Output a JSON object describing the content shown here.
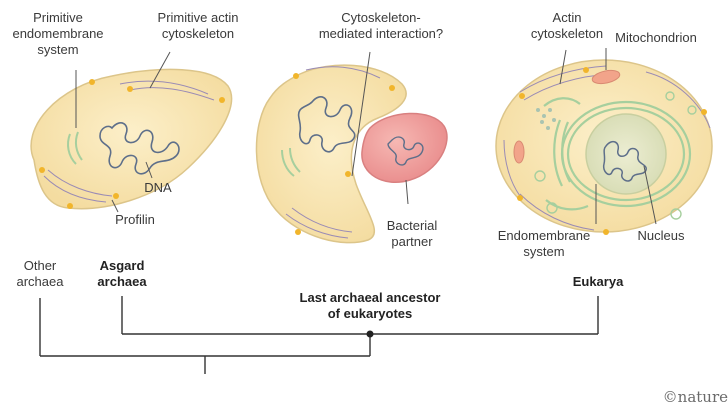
{
  "colors": {
    "cell_fill": "#f8e5b0",
    "cell_stroke": "#dcc58a",
    "membrane": "#a6cf9e",
    "dna": "#5e6f8a",
    "actin": "#9a8bb5",
    "profilin": "#f1b52b",
    "mitochondrion": "#f2a48a",
    "partner": "#f19d9d",
    "tree_line": "#333333"
  },
  "labels": {
    "primitive_endomembrane": "Primitive\nendomembrane\nsystem",
    "primitive_actin": "Primitive actin\ncytoskeleton",
    "dna": "DNA",
    "profilin": "Profilin",
    "cytoskeleton_interaction": "Cytoskeleton-\nmediated interaction?",
    "bacterial_partner": "Bacterial\npartner",
    "actin_cytoskeleton": "Actin\ncytoskeleton",
    "mitochondrion": "Mitochondrion",
    "endomembrane_system": "Endomembrane\nsystem",
    "nucleus": "Nucleus"
  },
  "tree": {
    "other_archaea": "Other\narchaea",
    "asgard_archaea": "Asgard\narchaea",
    "last_ancestor": "Last archaeal ancestor\nof eukaryotes",
    "eukarya": "Eukarya"
  },
  "credit": "©nature"
}
